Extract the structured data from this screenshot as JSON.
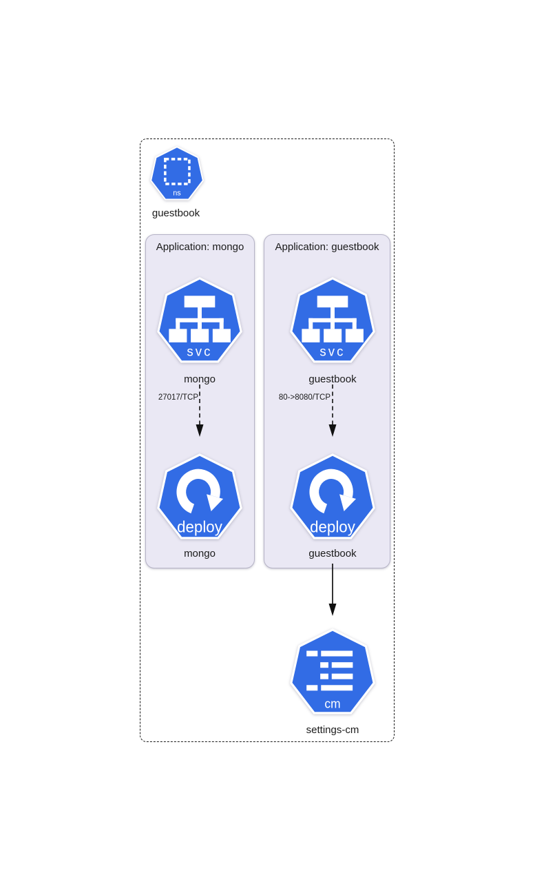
{
  "namespace_node": {
    "kind": "ns",
    "label": "guestbook"
  },
  "groups": [
    {
      "title": "Application: mongo",
      "service": {
        "kind": "svc",
        "label": "mongo"
      },
      "deployment": {
        "kind": "deploy",
        "label": "mongo"
      },
      "edge": {
        "label": "27017/TCP",
        "style": "dashed"
      }
    },
    {
      "title": "Application: guestbook",
      "service": {
        "kind": "svc",
        "label": "guestbook"
      },
      "deployment": {
        "kind": "deploy",
        "label": "guestbook"
      },
      "edge": {
        "label": "80->8080/TCP",
        "style": "dashed"
      }
    }
  ],
  "configmap_node": {
    "kind": "cm",
    "label": "settings-cm"
  },
  "edges": {
    "deployment_to_configmap": {
      "label": "",
      "style": "solid"
    }
  },
  "colors": {
    "k8s_blue": "#326ce5",
    "icon_glyph": "#ffffff",
    "group_fill": "#eae8f4",
    "group_border": "#b6b3c7",
    "text": "#1a1a1a",
    "arrow": "#111111"
  }
}
